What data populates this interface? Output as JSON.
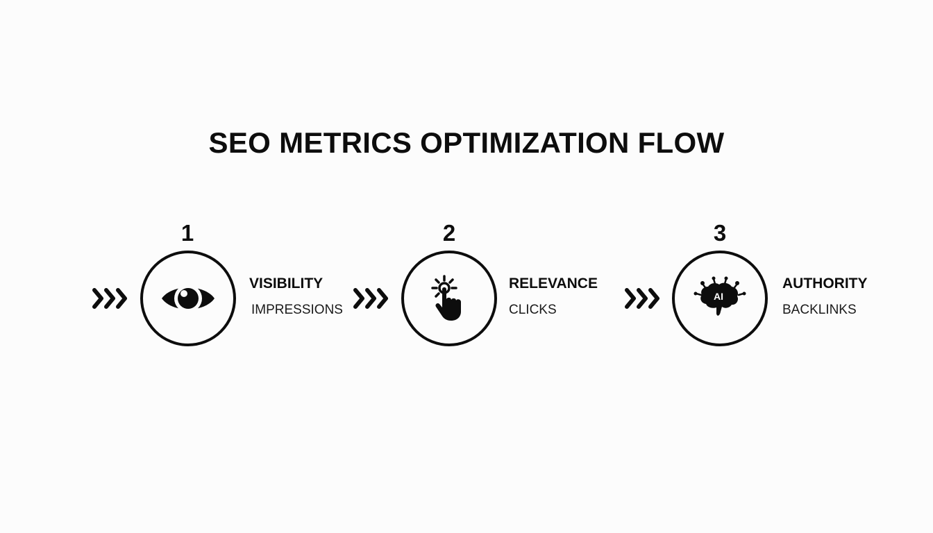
{
  "title": "SEO METRICS OPTIMIZATION FLOW",
  "steps": [
    {
      "number": "1",
      "label": "VISIBILITY",
      "metric": "IMPRESSIONS",
      "icon": "eye-icon"
    },
    {
      "number": "2",
      "label": "RELEVANCE",
      "metric": "CLICKS",
      "icon": "click-hand-icon"
    },
    {
      "number": "3",
      "label": "AUTHORITY",
      "metric": "BACKLINKS",
      "icon": "ai-brain-icon",
      "icon_text": "AI"
    }
  ],
  "colors": {
    "ink": "#0d0d0d",
    "background": "#fcfcfc"
  }
}
